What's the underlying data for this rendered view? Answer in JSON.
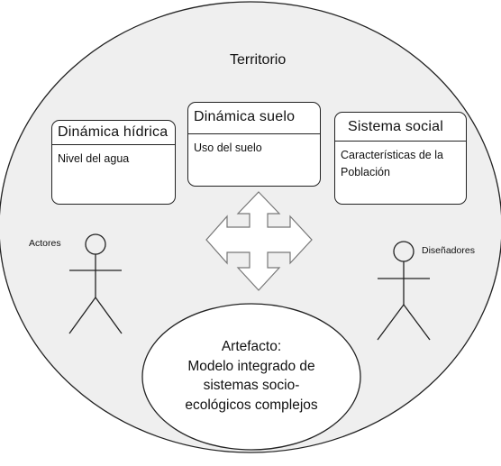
{
  "territory": {
    "title": "Territorio"
  },
  "boxes": {
    "hidrica": {
      "header": "Dinámica hídrica",
      "body": "Nivel del agua"
    },
    "suelo": {
      "header": "Dinámica suelo",
      "body": "Uso del suelo"
    },
    "social": {
      "header": "Sistema social",
      "body_line1": "Características de la",
      "body_line2": "Población"
    }
  },
  "actors": {
    "left": "Actores",
    "right": "Diseñadores"
  },
  "artifact": {
    "line1": "Artefacto:",
    "line2": "Modelo integrado de",
    "line3": "sistemas socio-",
    "line4": "ecológicos complejos"
  }
}
